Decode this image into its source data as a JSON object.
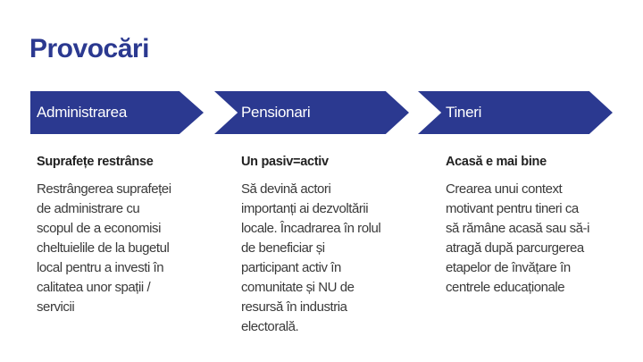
{
  "title": "Provocări",
  "accent_color": "#2b3990",
  "steps": [
    {
      "label": "Administrarea",
      "heading": "Suprafețe restrânse",
      "lines": [
        "Restrângerea suprafeței",
        "de administrare cu",
        "scopul de a economisi",
        "cheltuielile de la bugetul",
        "local pentru a investi în",
        "calitatea unor spații /",
        "servicii"
      ]
    },
    {
      "label": "Pensionari",
      "heading": "Un pasiv=activ",
      "lines": [
        "Să devină actori",
        "importanți ai dezvoltării",
        "locale. Încadrarea în rolul",
        "de beneficiar și",
        "participant activ în",
        "comunitate și NU de",
        "resursă în industria",
        "electorală."
      ]
    },
    {
      "label": "Tineri",
      "heading": "Acasă e mai bine",
      "lines": [
        "Crearea unui context",
        "motivant pentru tineri ca",
        "să rămâne acasă sau să-i",
        "atragă după parcurgerea",
        "etapelor de învățare în",
        "centrele educaționale"
      ]
    }
  ]
}
